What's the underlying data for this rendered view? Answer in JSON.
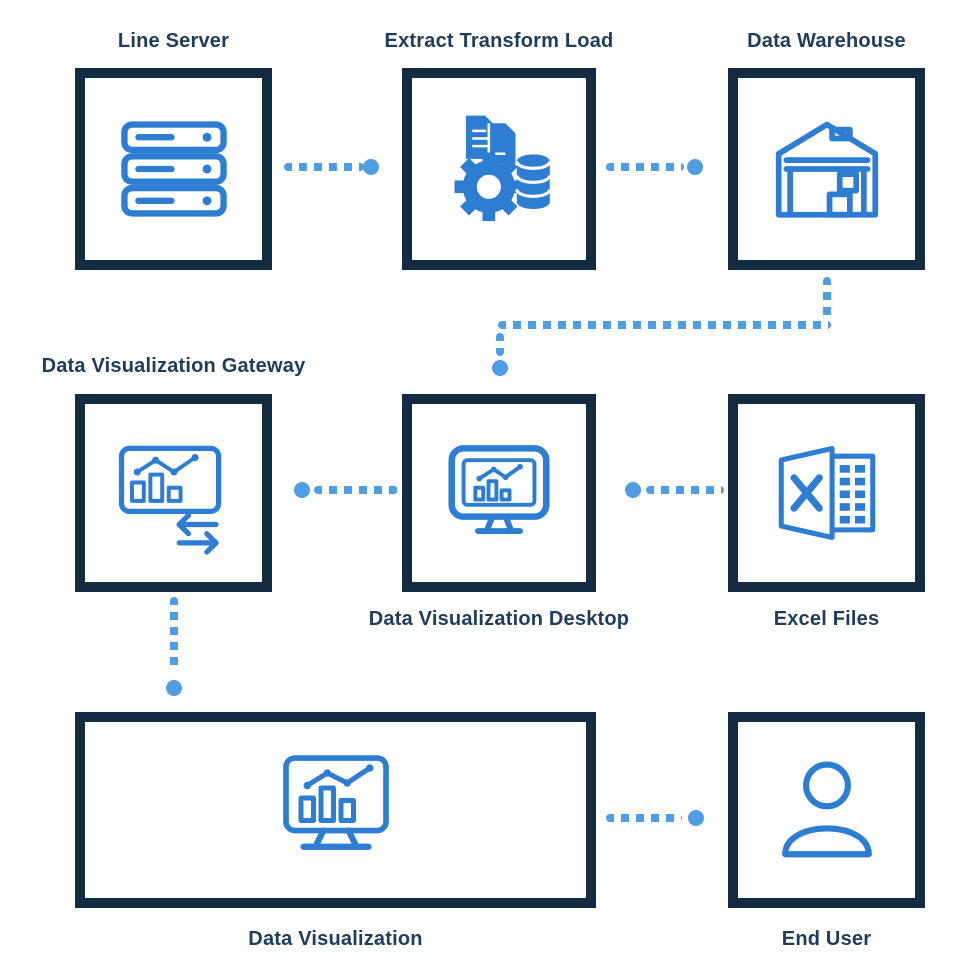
{
  "colors": {
    "box_border": "#142c42",
    "label_text": "#1e3c5c",
    "icon_blue": "#2d7dd2",
    "connector_blue": "#4f9ee4",
    "background": "#ffffff"
  },
  "nodes": {
    "line_server": {
      "label": "Line Server",
      "icon": "server-rack-icon"
    },
    "etl": {
      "label": "Extract Transform Load",
      "icon": "etl-gear-database-icon"
    },
    "data_warehouse": {
      "label": "Data Warehouse",
      "icon": "warehouse-icon"
    },
    "gateway": {
      "label": "Data Visualization Gateway",
      "icon": "chart-transfer-icon"
    },
    "desktop": {
      "label": "Data Visualization Desktop",
      "icon": "monitor-chart-icon"
    },
    "excel_files": {
      "label": "Excel Files",
      "icon": "excel-icon"
    },
    "data_visualization": {
      "label": "Data Visualization",
      "icon": "chart-presentation-icon"
    },
    "end_user": {
      "label": "End User",
      "icon": "person-icon"
    }
  },
  "edges": [
    {
      "from": "line_server",
      "to": "etl"
    },
    {
      "from": "etl",
      "to": "data_warehouse"
    },
    {
      "from": "data_warehouse",
      "to": "desktop"
    },
    {
      "from": "desktop",
      "to": "gateway"
    },
    {
      "from": "excel_files",
      "to": "desktop"
    },
    {
      "from": "gateway",
      "to": "data_visualization"
    },
    {
      "from": "data_visualization",
      "to": "end_user"
    }
  ]
}
